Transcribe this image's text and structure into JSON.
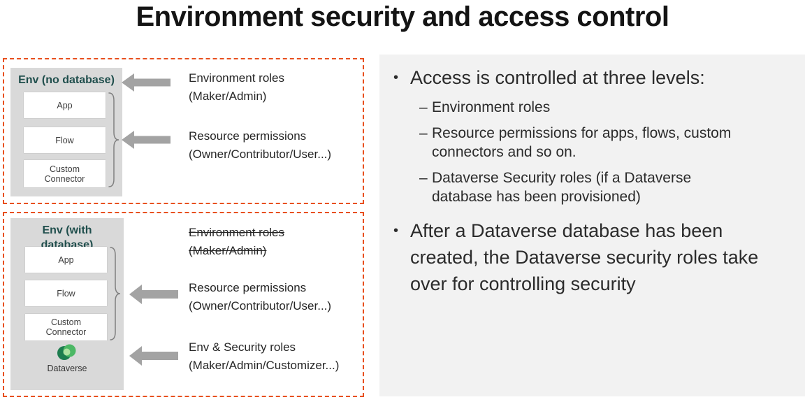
{
  "title": "Environment security and access control",
  "colors": {
    "dashed_border": "#e8501e",
    "env_panel_gray": "#d9d9d9",
    "right_panel_bg": "#f2f2f2",
    "arrow_gray": "#a3a3a3",
    "env_title_teal": "#1f4e4c",
    "body_text": "#262626",
    "dataverse_dark_green": "#1d7d4f",
    "dataverse_mid_green": "#4cb865",
    "dataverse_light_green": "#aee2a2"
  },
  "env_no_db": {
    "title": "Env (no database)",
    "boxes": [
      "App",
      "Flow",
      "Custom Connector"
    ],
    "labels": {
      "env_roles": {
        "line1": "Environment roles",
        "line2": "(Maker/Admin)"
      },
      "resource_permissions": {
        "line1": "Resource permissions",
        "line2": "(Owner/Contributor/User...)"
      }
    }
  },
  "env_with_db": {
    "title_line1": "Env (with",
    "title_line2": "database)",
    "boxes": [
      "App",
      "Flow",
      "Custom Connector"
    ],
    "dataverse_label": "Dataverse",
    "labels": {
      "env_roles_struck": {
        "line1": "Environment roles",
        "line2": "(Maker/Admin)"
      },
      "resource_permissions": {
        "line1": "Resource permissions",
        "line2": "(Owner/Contributor/User...)"
      },
      "env_security_roles": {
        "line1": "Env & Security roles",
        "line2": "(Maker/Admin/Customizer...)"
      }
    }
  },
  "right_panel": {
    "bullet_char": "•",
    "dash_char": "–",
    "bullet1": "Access is controlled at three levels:",
    "sub_bullets": [
      "Environment roles",
      "Resource permissions for apps, flows, custom connectors and so on.",
      "Dataverse Security roles (if a Dataverse database has been provisioned)"
    ],
    "bullet2": "After a Dataverse database has been created, the Dataverse security roles take over for controlling security"
  }
}
